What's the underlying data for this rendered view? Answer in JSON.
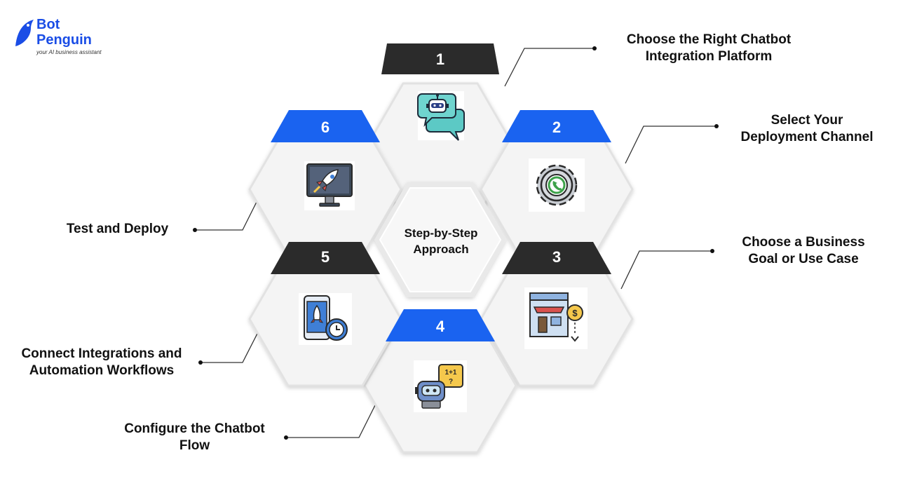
{
  "brand": {
    "name": "Bot\nPenguin",
    "tagline": "your AI business assistant",
    "color": "#1a4de6"
  },
  "center": {
    "label": "Step-by-Step\nApproach"
  },
  "colors": {
    "dark_header": "#2b2b2b",
    "blue_header": "#1a63f0",
    "hex_fill": "#f4f4f4",
    "connector": "#333333"
  },
  "steps": [
    {
      "number": "1",
      "title": "Choose the Right Chatbot\nIntegration Platform",
      "header": "dark",
      "icon": "chat-robot-icon"
    },
    {
      "number": "2",
      "title": "Select Your\nDeployment Channel",
      "header": "blue",
      "icon": "phone-gear-icon"
    },
    {
      "number": "3",
      "title": "Choose a Business\nGoal or Use Case",
      "header": "dark",
      "icon": "storefront-dollar-icon"
    },
    {
      "number": "4",
      "title": "Configure the Chatbot\nFlow",
      "header": "blue",
      "icon": "robot-math-icon"
    },
    {
      "number": "5",
      "title": "Connect Integrations and\nAutomation Workflows",
      "header": "dark",
      "icon": "mobile-rocket-clock-icon"
    },
    {
      "number": "6",
      "title": "Test and Deploy",
      "header": "blue",
      "icon": "monitor-rocket-icon"
    }
  ]
}
